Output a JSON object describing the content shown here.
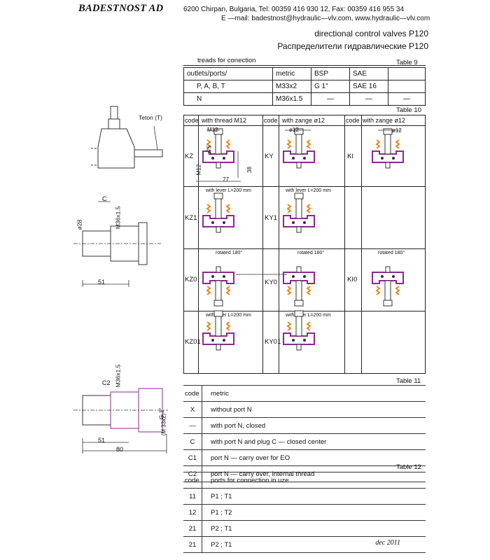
{
  "header": {
    "company": "BADESTNOST AD",
    "address_line": "6200 Chirpan, Bulgaria, Tel: 00359 416 930 12, Fax: 00359 416 955 34",
    "email_line": "E —mail: badestnost@hydraulic—vlv.com, www.hydraulic—vlv.com",
    "title_en": "directional control valves P120",
    "title_ru": "Распределители гидравлические P120"
  },
  "table9": {
    "caption": "treads for conection",
    "label": "Table 9",
    "headers": [
      "outlets/ports/",
      "metric",
      "BSP",
      "SAE",
      ""
    ],
    "rows": [
      [
        "P, A, B, T",
        "M33x2",
        "G 1\"",
        "SAE 16",
        ""
      ],
      [
        "N",
        "M36x1.5",
        "—",
        "—",
        "—"
      ]
    ]
  },
  "table10": {
    "label": "Table 10",
    "headers": [
      {
        "code": "code",
        "title": "with thread M12"
      },
      {
        "code": "code",
        "title": "with zange ø12"
      },
      {
        "code": "code",
        "title": "with zange ø12"
      }
    ],
    "rows": [
      {
        "codes": [
          "KZ",
          "KY",
          "KI"
        ],
        "notes": [
          "",
          "",
          ""
        ]
      },
      {
        "codes": [
          "KZ1",
          "KY1",
          ""
        ],
        "notes": [
          "with lever L=200 mm",
          "with lever L=200 mm",
          ""
        ]
      },
      {
        "codes": [
          "KZ0",
          "KY0",
          "KI0"
        ],
        "notes": [
          "rotated 180°",
          "rotated 180°",
          "rotated 180°"
        ]
      },
      {
        "codes": [
          "KZ01",
          "KY01",
          ""
        ],
        "notes": [
          "with lever L=200 mm",
          "with lever L=200 mm",
          ""
        ]
      }
    ],
    "dims": {
      "m12": "M12",
      "d75": "ø75",
      "m12v": "M12",
      "d38": "38",
      "d77": "77",
      "d12a": "ø12",
      "d12b": "ø12"
    }
  },
  "left_drawings": {
    "teton": "Teton (T)",
    "c_label": "C",
    "d28": "ø28",
    "m36_a": "M36x1.5",
    "w51_a": "51",
    "c2_label": "C2",
    "m36_b": "M36x1.5",
    "g1": "G 1\"",
    "m33": "(M 33x2)",
    "w51_b": "51",
    "w80": "80"
  },
  "table11": {
    "label": "Table 11",
    "header": [
      "code",
      "metric"
    ],
    "rows": [
      [
        "X",
        "without port N"
      ],
      [
        "—",
        "with port N, closed"
      ],
      [
        "C",
        "with port N and plug C — closed center"
      ],
      [
        "C1",
        "port N — carry over for EO"
      ],
      [
        "C2",
        "port N — carry over, internal thread"
      ]
    ]
  },
  "table12": {
    "label": "Table 12",
    "header": [
      "code",
      "ports for connection in uze"
    ],
    "rows": [
      [
        "11",
        "P1 ; T1"
      ],
      [
        "12",
        "P1 ; T2"
      ],
      [
        "21",
        "P2 ; T1"
      ],
      [
        "21",
        "P2 ; T1"
      ]
    ]
  },
  "footer": {
    "date": "dec 2011"
  },
  "colors": {
    "purple": "#8a2a8f",
    "orange": "#e8861a",
    "line": "#222"
  }
}
